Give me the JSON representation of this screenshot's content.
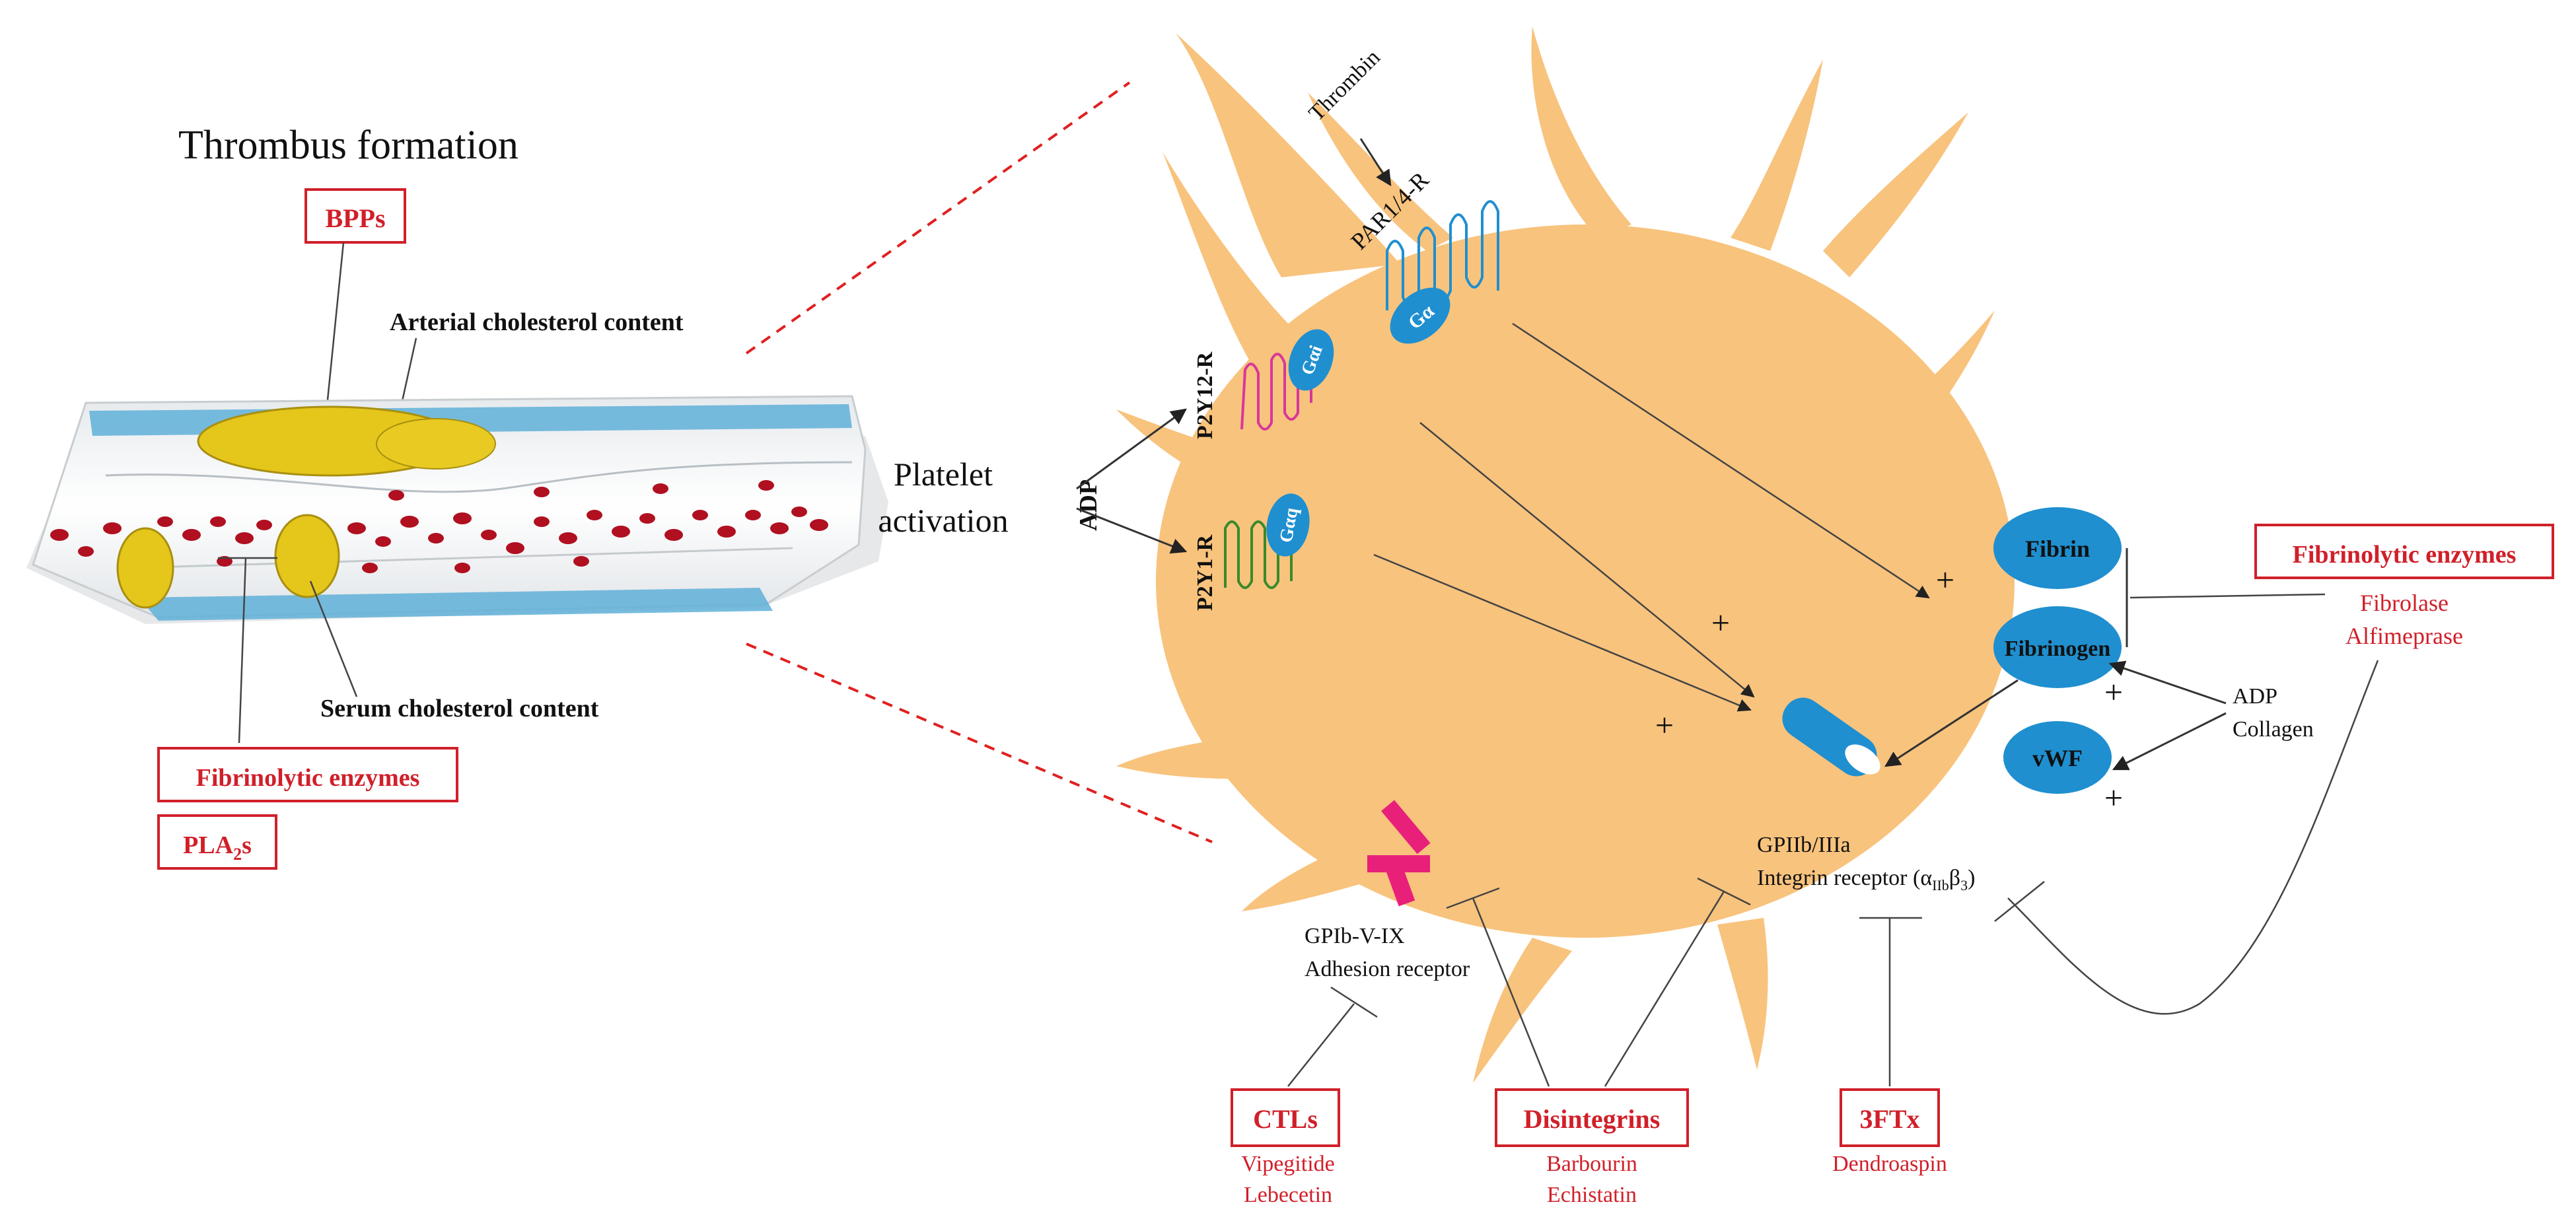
{
  "left_panel": {
    "title": "Thrombus formation",
    "bpps": "BPPs",
    "arterial_cholesterol": "Arterial cholesterol content",
    "serum_cholesterol": "Serum cholesterol content",
    "fibrinolytic_enzymes": "Fibrinolytic enzymes",
    "pla2s_main": "PLA",
    "pla2s_sub": "2",
    "pla2s_tail": "s"
  },
  "center": {
    "platelet_activation_line1": "Platelet",
    "platelet_activation_line2": "activation",
    "adp": "ADP"
  },
  "receptors": {
    "thrombin": "Thrombin",
    "par": "PAR1/4-R",
    "ga": "Gα",
    "p2y12": "P2Y12-R",
    "gai": "Gαi",
    "p2y1": "P2Y1-R",
    "gaq": "Gαq",
    "gpiib_line1": "GPIIb/IIIa",
    "gpiib_line2_pre": "Integrin receptor (α",
    "gpiib_sub1": "IIb",
    "gpiib_beta": "β",
    "gpiib_sub2": "3",
    "gpiib_close": ")",
    "gpib_line1": "GPIb-V-IX",
    "gpib_line2": "Adhesion receptor"
  },
  "right_panel": {
    "fibrin": "Fibrin",
    "fibrinogen": "Fibrinogen",
    "vwf": "vWF",
    "adp": "ADP",
    "collagen": "Collagen",
    "fibrinolytic_enzymes": "Fibrinolytic enzymes",
    "fibrolase": "Fibrolase",
    "alfimeprase": "Alfimeprase",
    "plus": "+"
  },
  "bottom": {
    "ctls": "CTLs",
    "vipegitide": "Vipegitide",
    "lebecetin": "Lebecetin",
    "disintegrins": "Disintegrins",
    "barbourin": "Barbourin",
    "echistatin": "Echistatin",
    "ftx": "3FTx",
    "dendroaspin": "Dendroaspin"
  },
  "colors": {
    "platelet": "#f8c37d",
    "receptor_blue": "#1f8fd0",
    "p2y12_magenta": "#d8389a",
    "p2y1_green": "#3a8a2a",
    "label_red": "#d0202a",
    "plaque_yellow": "#e5c61a",
    "rbc_red": "#b01020",
    "vessel_blue": "#5fb0d8",
    "gpib_pink": "#e8207a"
  }
}
